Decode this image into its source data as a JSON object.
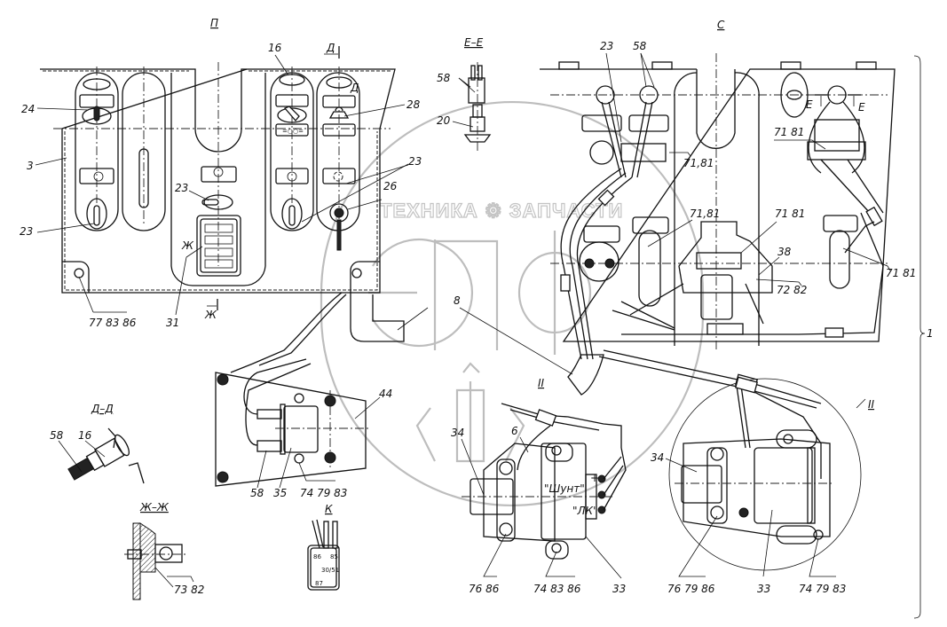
{
  "diagram": {
    "type": "technical wiring / parts assembly drawing",
    "watermark": {
      "text": "ТЕХНИКА ⚙ ЗАПЧАСТИ",
      "logo_letters": "ЭПФ"
    },
    "views": {
      "P": {
        "title": "П"
      },
      "C": {
        "title": "С"
      },
      "EE": {
        "title": "Е–Е"
      },
      "DD": {
        "title": "Д–Д"
      },
      "ZhZh": {
        "title": "Ж–Ж"
      },
      "K": {
        "title": "К"
      },
      "II_local": {
        "title": "II"
      },
      "II_detail": {
        "title": "II"
      }
    },
    "section_markers": {
      "d_top": "Д",
      "d_side": "Д",
      "zh_mid": "Ж",
      "zh_bottom": "Ж",
      "e_left": "Е",
      "e_right": "Е"
    },
    "callouts": {
      "p_24": "24",
      "p_3": "3",
      "p_23_left": "23",
      "p_23_mid": "23",
      "p_23_right": "23",
      "p_16": "16",
      "p_28": "28",
      "p_26": "26",
      "p_31": "31",
      "p_77_83_86": "77 83 86",
      "ee_58": "58",
      "ee_20": "20",
      "c_23": "23",
      "c_58": "58",
      "c_71_81_a": "71,81",
      "c_71_81_b": "71 81",
      "c_71_81_c": "71,81",
      "c_71_81_d": "71 81",
      "c_71_81_e": "71 81",
      "c_38": "38",
      "c_72_82": "72 82",
      "assembly_1": "1",
      "harness_8": "8",
      "bracket_44": "44",
      "b_58": "58",
      "b_35": "35",
      "b_74_79_83": "74 79 83",
      "dd_58": "58",
      "dd_16": "16",
      "zh_73_82": "73 82",
      "k_pins": {
        "p1": "86",
        "p2": "30/51",
        "p3": "85",
        "p4": "87"
      },
      "r_34": "34",
      "r_6": "6",
      "r_shunt": "\"Шунт\"",
      "r_lk": "\"ЛК\"",
      "r_plus": "+",
      "r_76_86": "76 86",
      "r_74_83_86": "74 83 86",
      "r_33": "33",
      "d_34": "34",
      "d_33": "33",
      "d_76_79_86": "76 79 86",
      "d_74_79_83": "74 79 83"
    }
  }
}
